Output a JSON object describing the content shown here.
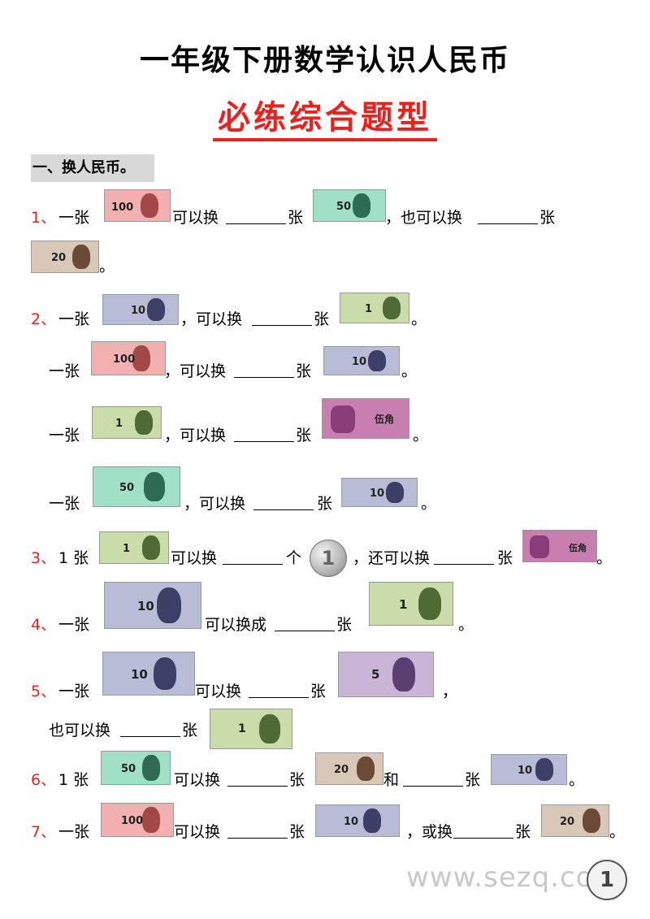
{
  "header": {
    "title": "一年级下册数学认识人民币",
    "subtitle": "必练综合题型"
  },
  "section": {
    "heading": "一、换人民币。"
  },
  "words": {
    "one_sheet": "一张",
    "can_exchange": "可以换",
    "comma_can_exchange": "，可以换",
    "sheet": "张",
    "also_can_exchange": "，也可以换",
    "also_can_exchange2": "也可以换",
    "period": "。",
    "one_sheet_num": "1 张",
    "piece": "个",
    "still_can_exchange": "，还可以换",
    "can_exchange_into": "可以换成",
    "and": "和",
    "or_exchange": "，或换",
    "comma": "，"
  },
  "questions": {
    "q1": "1",
    "q2": "2",
    "q3": "3",
    "q4": "4",
    "q5": "5",
    "q6": "6",
    "q7": "7",
    "sep": "、"
  },
  "notes": {
    "n100": "100",
    "n50": "50",
    "n20": "20",
    "n10": "10",
    "n5": "5",
    "n1": "1",
    "wujiao": "伍角"
  },
  "coin": {
    "label": "1"
  },
  "watermark": "www.sezq.co",
  "stamp": {
    "label": "1"
  },
  "colors": {
    "accent_red": "#e8231f",
    "note_100": "#f3b0b0",
    "note_50": "#9fe0c6",
    "note_20": "#d9c8b8",
    "note_10": "#b9bcd6",
    "note_5": "#c9b6d6",
    "note_1": "#c9dca9",
    "note_wujiao": "#c77fb0"
  }
}
